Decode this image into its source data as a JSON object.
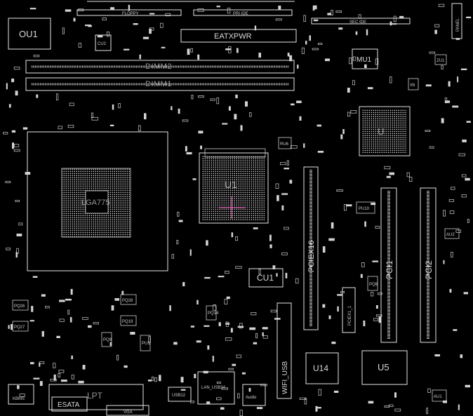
{
  "board": {
    "background": "#000000",
    "stroke_color": "#e6e6e6",
    "marker_color": "#ff66cc"
  },
  "labels": {
    "floppy": "FLOPPY",
    "pri_ide": "PRI IDE",
    "sec_ide": "SEC IDE",
    "panel": "PANEL",
    "eatxpwr": "EATXPWR",
    "ou1": "OU1",
    "cu2": "CU2",
    "mu1": "MU1",
    "dimm2": "DIMM2",
    "dimm1": "DIMM1",
    "lga775": "LGA775",
    "u1": "U1",
    "pciex16": "PCIEX16",
    "pciex1_1": "PCIEX1_1",
    "pci1": "PCI1",
    "pci2": "PCI2",
    "cu1": "CU1",
    "u14": "U14",
    "u5": "U5",
    "wifi_usb": "WIFI_USB",
    "kbms": "KBMS",
    "esata": "ESATA",
    "lpt": "LPT",
    "vga": "VGA",
    "usb12": "USB12",
    "lan_usb34": "LAN_USB34",
    "audio": "Audio",
    "ru6": "RU6",
    "pu10": "PU10",
    "pq8": "PQ8",
    "pq26": "PQ26",
    "pq27": "PQ27",
    "pq28": "PQ28",
    "pq19": "PQ19",
    "pq14": "PQ14",
    "pq9": "PQ9",
    "pu1": "PU1",
    "au1": "AU1",
    "au2": "AU2",
    "zu1": "ZU1",
    "x6": "X6"
  }
}
